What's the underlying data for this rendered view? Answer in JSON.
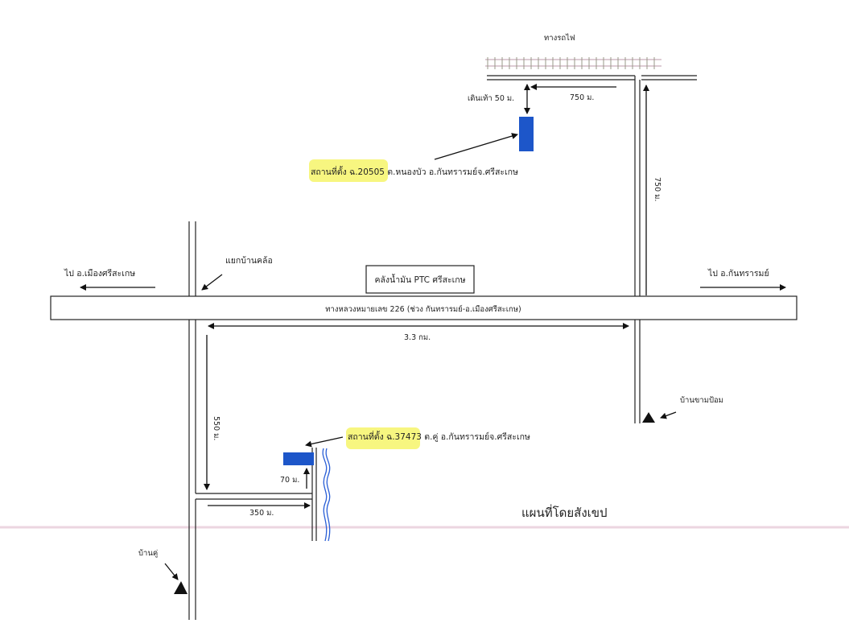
{
  "map": {
    "title": "แผนที่โดยสังเขป",
    "railway_label": "ทางรถไฟ",
    "walk_label": "เดินเท้า 50 ม.",
    "dist_750_h": "750 ม.",
    "dist_750_v": "750 ม.",
    "site1_highlight": "สถานที่ตั้ง ฉ.20505",
    "site1_rest": " ต.หนองบัว อ.กันทรารมย์จ.ศรีสะเกษ",
    "site2_highlight": "สถานที่ตั้ง ฉ.37473",
    "site2_rest": " ต.คู่ อ.กันทรารมย์จ.ศรีสะเกษ",
    "to_left": "ไป อ.เมืองศรีสะเกษ",
    "to_right": "ไป อ.กันทรารมย์",
    "junction": "แยกบ้านคล้อ",
    "depot": "คลังน้ำมัน PTC ศรีสะเกษ",
    "main_road": "ทางหลวงหมายเลข 226 (ช่วง กันทรารมย์-อ.เมืองศรีสะเกษ)",
    "dist_33km": "3.3 กม.",
    "dist_550": "550 ม.",
    "dist_350": "350 ม.",
    "dist_70": "70 ม.",
    "village1": "บ้านขามป้อม",
    "village2": "บ้านคู่",
    "colors": {
      "site": "#1d56c9",
      "highlight": "#f6f56a",
      "river": "#2a5fd6"
    }
  }
}
